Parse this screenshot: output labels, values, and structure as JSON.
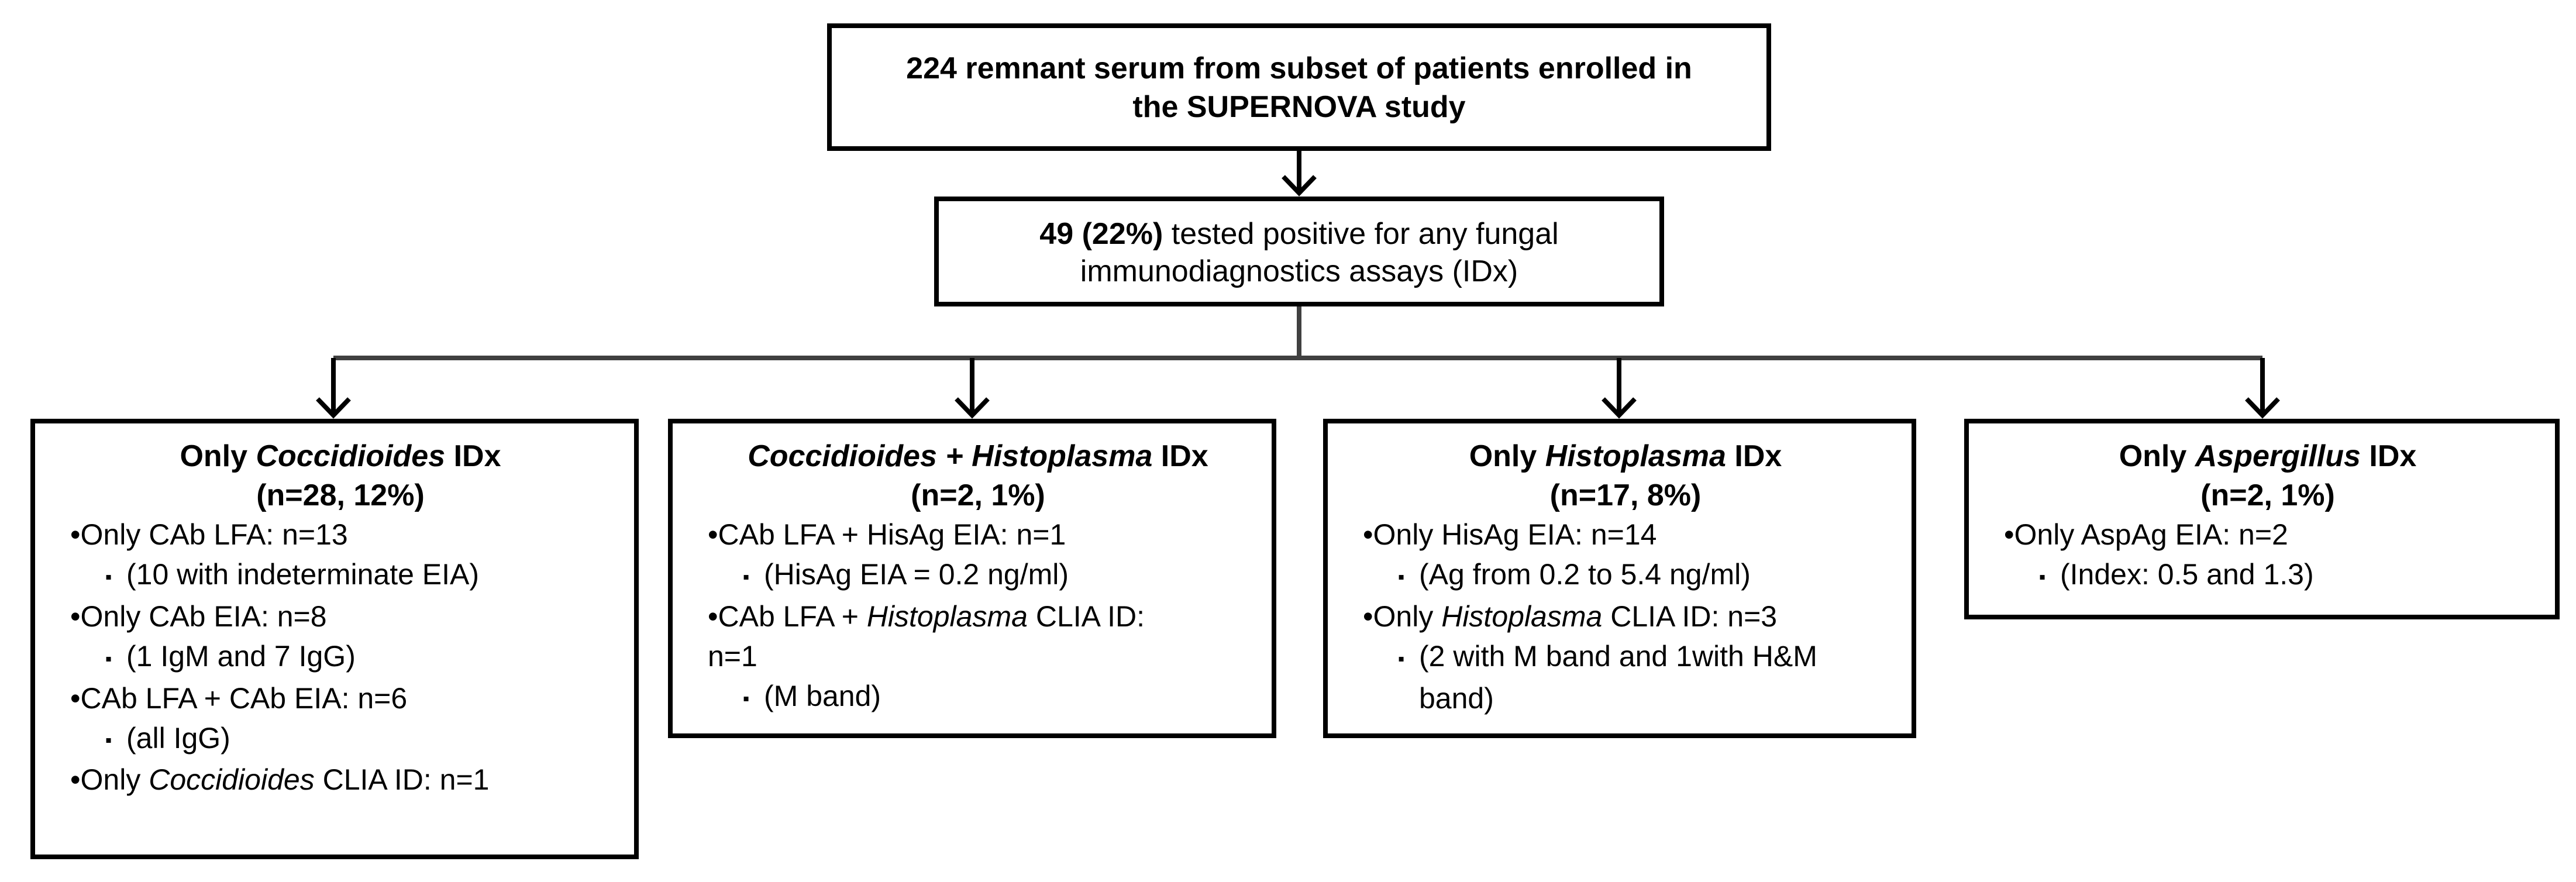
{
  "top": {
    "line1": "224 remnant serum from subset of patients enrolled in",
    "line2": "the SUPERNOVA study"
  },
  "middle": {
    "bold_part": "49 (22%)",
    "rest_line1": " tested positive for any fungal",
    "line2": "immunodiagnostics assays (IDx)"
  },
  "categories": [
    {
      "title_prefix": "Only ",
      "title_italic": "Coccidioides",
      "title_suffix": " IDx",
      "count": "(n=28, 12%)",
      "items": [
        {
          "text": "•Only CAb LFA: n=13",
          "sub": "(10 with indeterminate EIA)"
        },
        {
          "text": "•Only CAb EIA: n=8",
          "sub": "(1 IgM and 7 IgG)"
        },
        {
          "text": "•CAb LFA + CAb EIA: n=6",
          "sub": "(all IgG)"
        },
        {
          "text_prefix": "•Only ",
          "text_italic": "Coccidioides",
          "text_suffix": " CLIA ID: n=1"
        }
      ]
    },
    {
      "title_italic": "Coccidioides + Histoplasma",
      "title_suffix": " IDx",
      "count": "(n=2, 1%)",
      "items": [
        {
          "text": "•CAb LFA + HisAg EIA: n=1",
          "sub": "(HisAg EIA = 0.2 ng/ml)"
        },
        {
          "text_prefix": "•CAb LFA + ",
          "text_italic": "Histoplasma",
          "text_suffix": " CLIA ID:",
          "cont": "n=1",
          "sub": "(M band)"
        }
      ]
    },
    {
      "title_prefix": "Only ",
      "title_italic": "Histoplasma",
      "title_suffix": " IDx",
      "count": "(n=17, 8%)",
      "items": [
        {
          "text": "•Only HisAg EIA: n=14",
          "sub": "(Ag from 0.2 to 5.4 ng/ml)"
        },
        {
          "text_prefix": "•Only ",
          "text_italic": "Histoplasma",
          "text_suffix": " CLIA ID: n=3",
          "sub": "(2 with M band and 1with H&M",
          "sub_cont": "band)"
        }
      ]
    },
    {
      "title_prefix": "Only ",
      "title_italic": "Aspergillus",
      "title_suffix": " IDx",
      "count": "(n=2, 1%)",
      "items": [
        {
          "text": "•Only AspAg EIA: n=2",
          "sub": "(Index: 0.5 and 1.3)"
        }
      ]
    }
  ],
  "bullet_glyph": "▪"
}
